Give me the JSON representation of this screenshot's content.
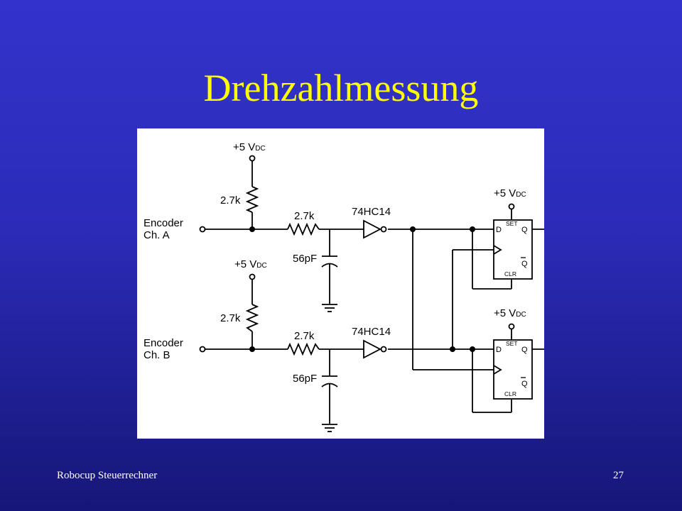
{
  "slide": {
    "title": "Drehzahlmessung",
    "footer_left": "Robocup Steuerrechner",
    "page_number": "27"
  },
  "colors": {
    "title": "#ffff00",
    "background": "#2b2bb8",
    "panel": "#ffffff"
  },
  "circuit": {
    "channel_a": {
      "encoder_line1": "Encoder",
      "encoder_line2": "Ch. A",
      "supply_prefix": "+5 V",
      "supply_sub": "DC",
      "pullup": "2.7k",
      "series_r": "2.7k",
      "cap": "56pF",
      "gate": "74HC14"
    },
    "channel_b": {
      "encoder_line1": "Encoder",
      "encoder_line2": "Ch. B",
      "supply_prefix": "+5 V",
      "supply_sub": "DC",
      "pullup": "2.7k",
      "series_r": "2.7k",
      "cap": "56pF",
      "gate": "74HC14"
    },
    "flipflop_1": {
      "supply_prefix": "+5 V",
      "supply_sub": "DC",
      "d": "D",
      "set": "SET",
      "q": "Q",
      "qbar": "Q",
      "clr": "CLR"
    },
    "flipflop_2": {
      "supply_prefix": "+5 V",
      "supply_sub": "DC",
      "d": "D",
      "set": "SET",
      "q": "Q",
      "qbar": "Q",
      "clr": "CLR"
    }
  }
}
